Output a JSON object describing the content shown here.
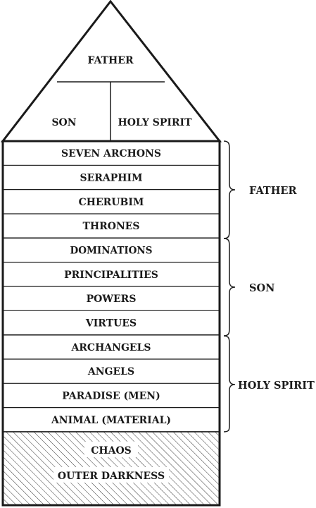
{
  "apex": {
    "father": "FATHER",
    "son": "SON",
    "holy_spirit": "HOLY SPIRIT"
  },
  "hierarchy": [
    "SEVEN ARCHONS",
    "SERAPHIM",
    "CHERUBIM",
    "THRONES",
    "DOMINATIONS",
    "PRINCIPALITIES",
    "POWERS",
    "VIRTUES",
    "ARCHANGELS",
    "ANGELS",
    "PARADISE (MEN)",
    "ANIMAL (MATERIAL)"
  ],
  "groups": {
    "first": "FATHER",
    "second": "SON",
    "third": "HOLY SPIRIT"
  },
  "base": {
    "chaos": "CHAOS",
    "outer_darkness": "OUTER DARKNESS"
  }
}
